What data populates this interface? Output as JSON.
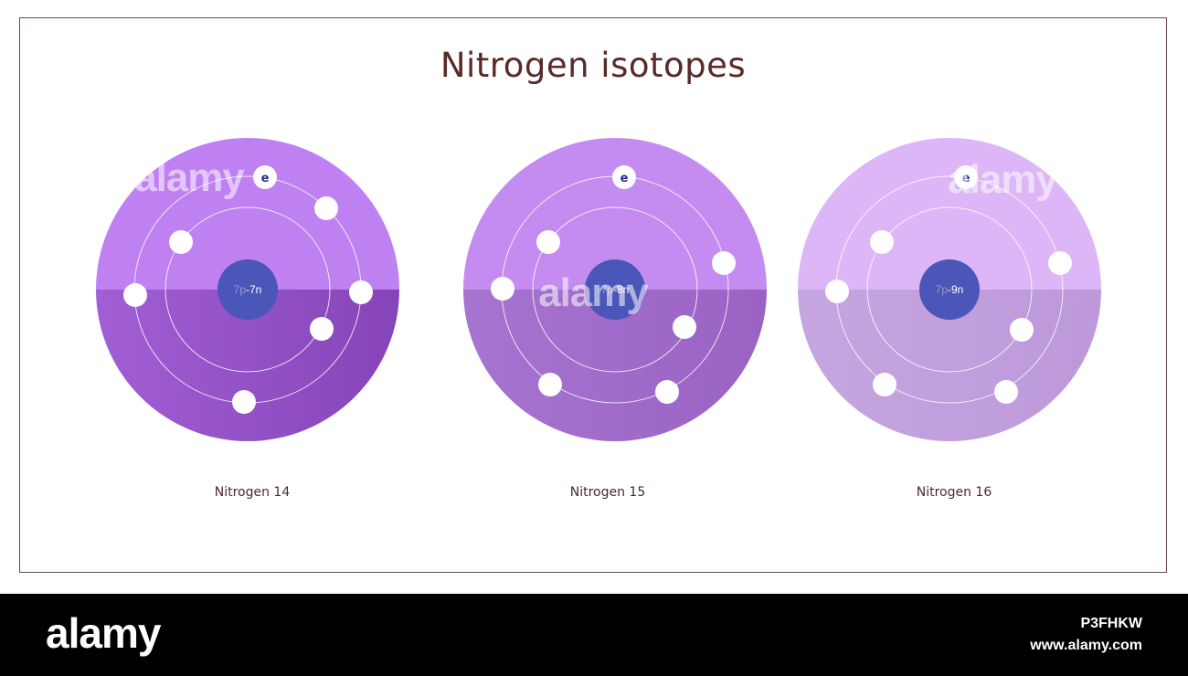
{
  "title": "Nitrogen isotopes",
  "watermark_text": "alamy",
  "atoms": [
    {
      "label": "Nitrogen 14",
      "nucleus": {
        "protons": "7p",
        "separator": "-",
        "neutrons": "7n"
      },
      "electron_symbol": "e",
      "top_color": "#bf80f2",
      "bottom_color": "#8544b8",
      "bottom_color_edge": "#a25fd5",
      "electrons": 7
    },
    {
      "label": "Nitrogen 15",
      "nucleus": {
        "protons": "7p",
        "separator": "-",
        "neutrons": "8n"
      },
      "electron_symbol": "e",
      "top_color": "#c48cf0",
      "bottom_color": "#9a62c4",
      "bottom_color_edge": "#a774d0",
      "electrons": 7
    },
    {
      "label": "Nitrogen 16",
      "nucleus": {
        "protons": "7p",
        "separator": "-",
        "neutrons": "9n"
      },
      "electron_symbol": "e",
      "top_color": "#dcb6f6",
      "bottom_color": "#bd98da",
      "bottom_color_edge": "#c6a6e0",
      "electrons": 7
    }
  ],
  "nucleus_color": "#4a56b8",
  "footer": {
    "logo": "alamy",
    "image_id": "P3FHKW",
    "url": "www.alamy.com"
  }
}
